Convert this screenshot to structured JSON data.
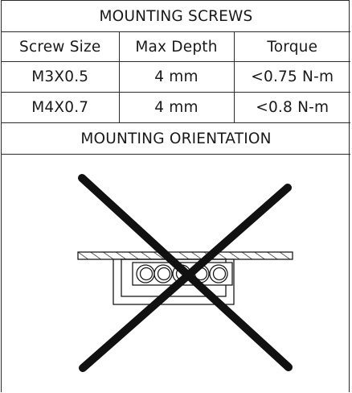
{
  "table": {
    "title": "MOUNTING SCREWS",
    "headers": [
      "Screw Size",
      "Max Depth",
      "Torque"
    ],
    "rows": [
      [
        "M3X0.5",
        "4 mm",
        "<0.75 N-m"
      ],
      [
        "M4X0.7",
        "4 mm",
        "<0.8 N-m"
      ]
    ]
  },
  "section": {
    "title": "MOUNTING ORIENTATION"
  },
  "diagram": {
    "icon": "incorrect-orientation-icon",
    "line_color": "#1a1a1a",
    "cross_color": "#111111"
  }
}
